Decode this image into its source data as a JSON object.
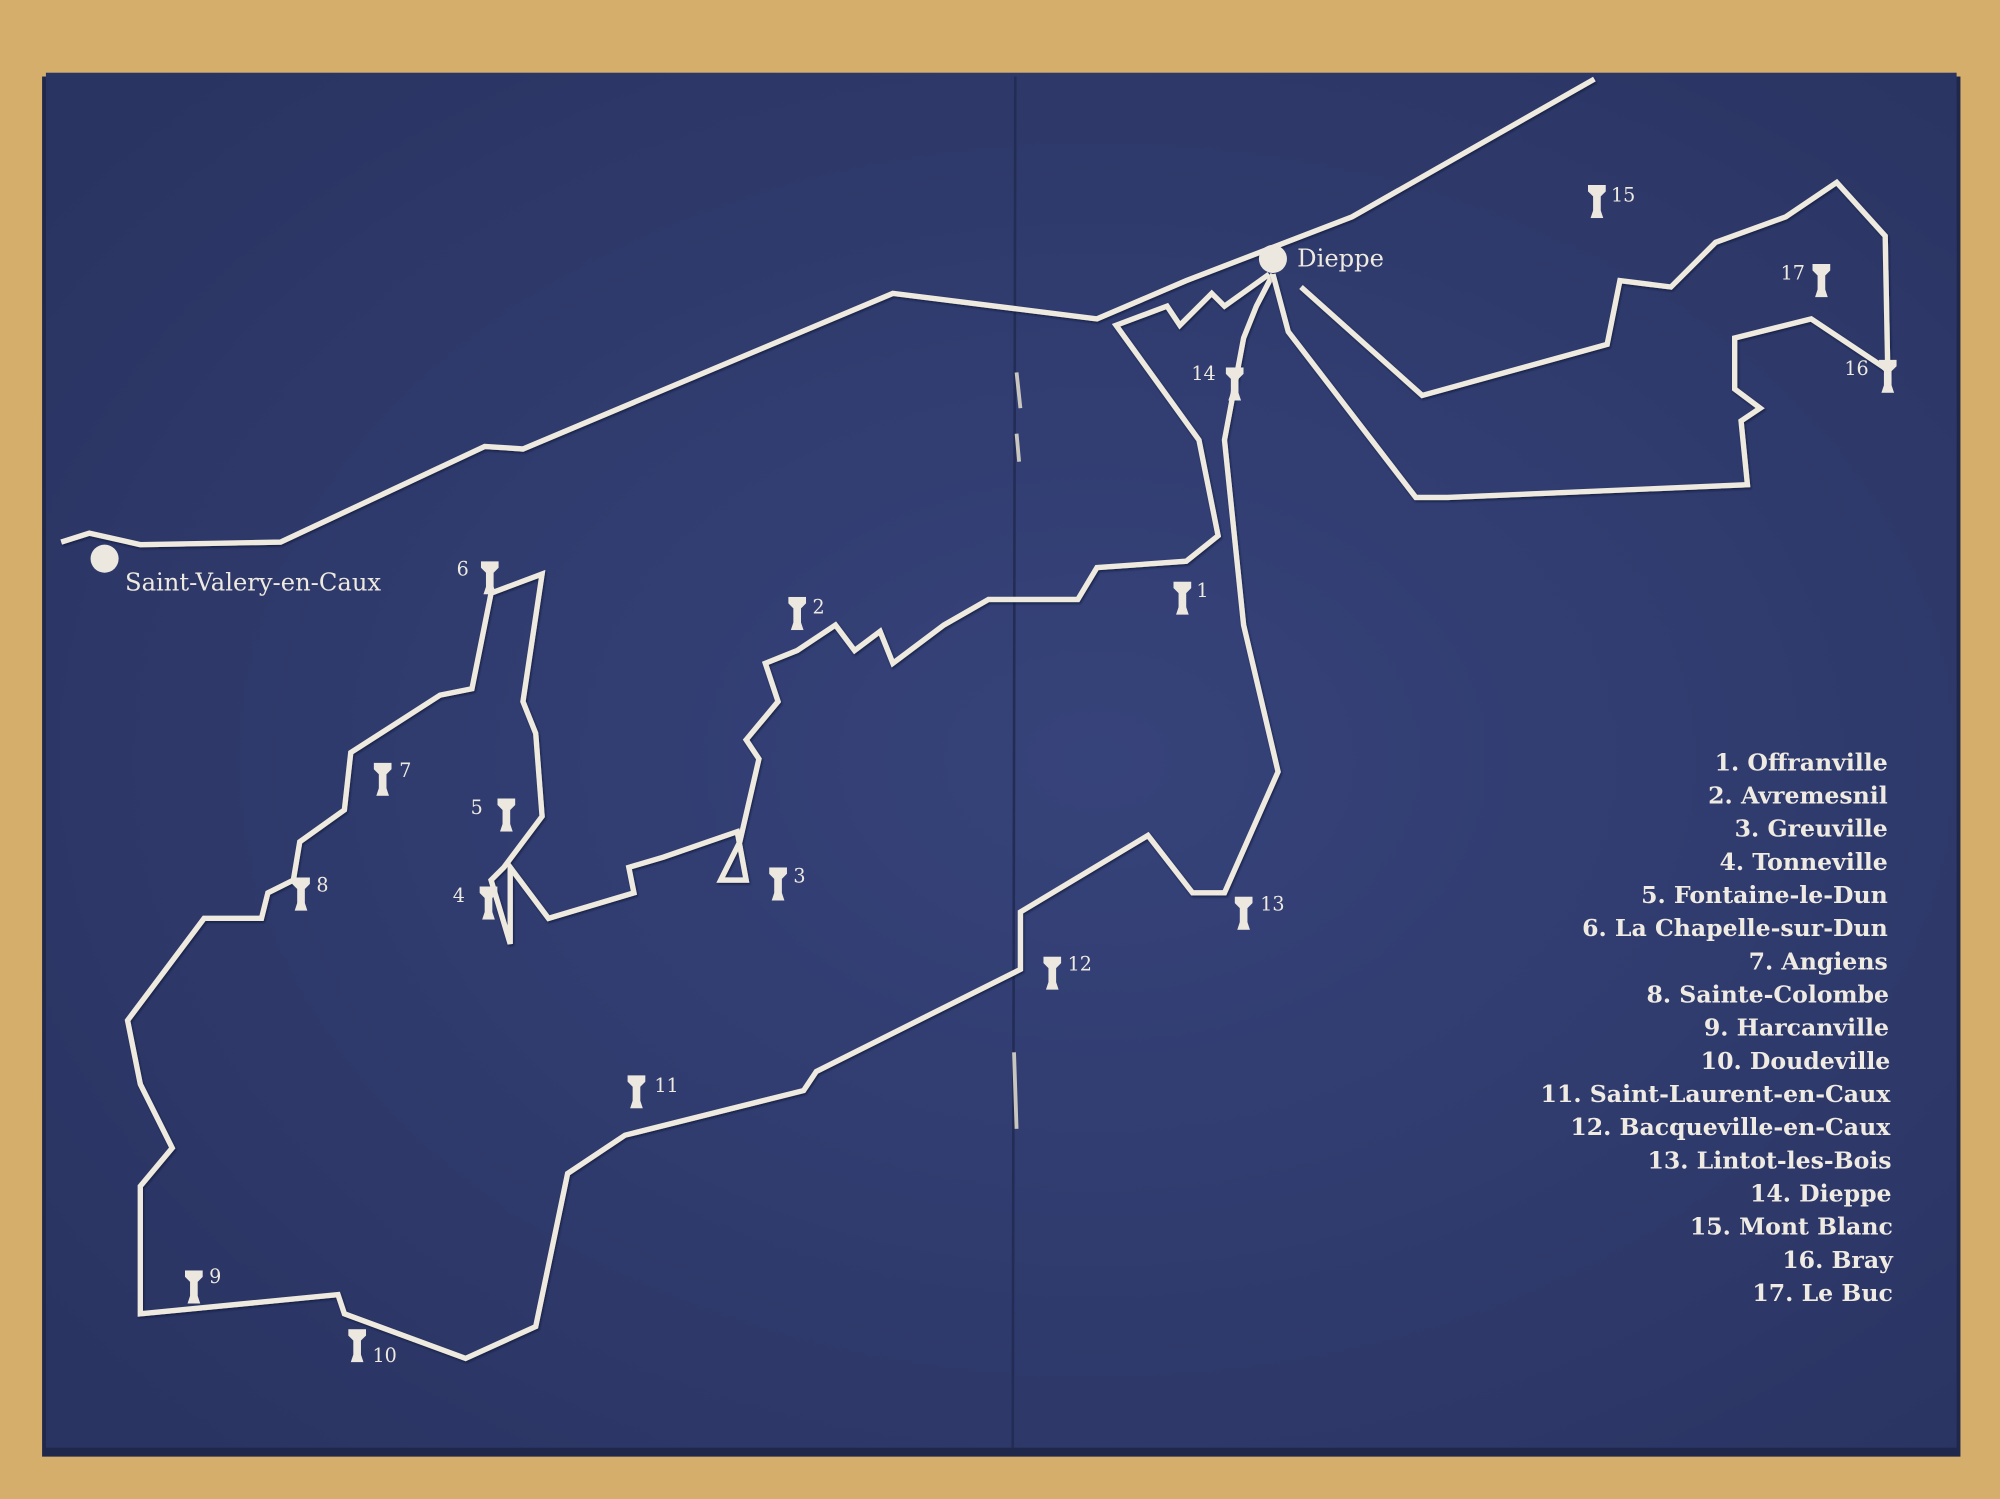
{
  "cities": {
    "saint_valery": "Saint-Valery-en-Caux",
    "dieppe": "Dieppe"
  },
  "markers": [
    "1",
    "2",
    "3",
    "4",
    "5",
    "6",
    "7",
    "8",
    "9",
    "10",
    "11",
    "12",
    "13",
    "14",
    "15",
    "16",
    "17"
  ],
  "legend": [
    "1. Offranville",
    "2. Avremesnil",
    "3. Greuville",
    "4. Tonneville",
    "5. Fontaine-le-Dun",
    "6. La Chapelle-sur-Dun",
    "7. Angiens",
    "8. Sainte-Colombe",
    "9. Harcanville",
    "10. Doudeville",
    "11. Saint-Laurent-en-Caux",
    "12. Bacqueville-en-Caux",
    "13. Lintot-les-Bois",
    "14. Dieppe",
    "15. Mont Blanc",
    "16. Bray",
    "17. Le Buc"
  ],
  "colors": {
    "paper": "#2f3a6b",
    "ink": "#eeeae0",
    "table": "#d6ae6c"
  }
}
